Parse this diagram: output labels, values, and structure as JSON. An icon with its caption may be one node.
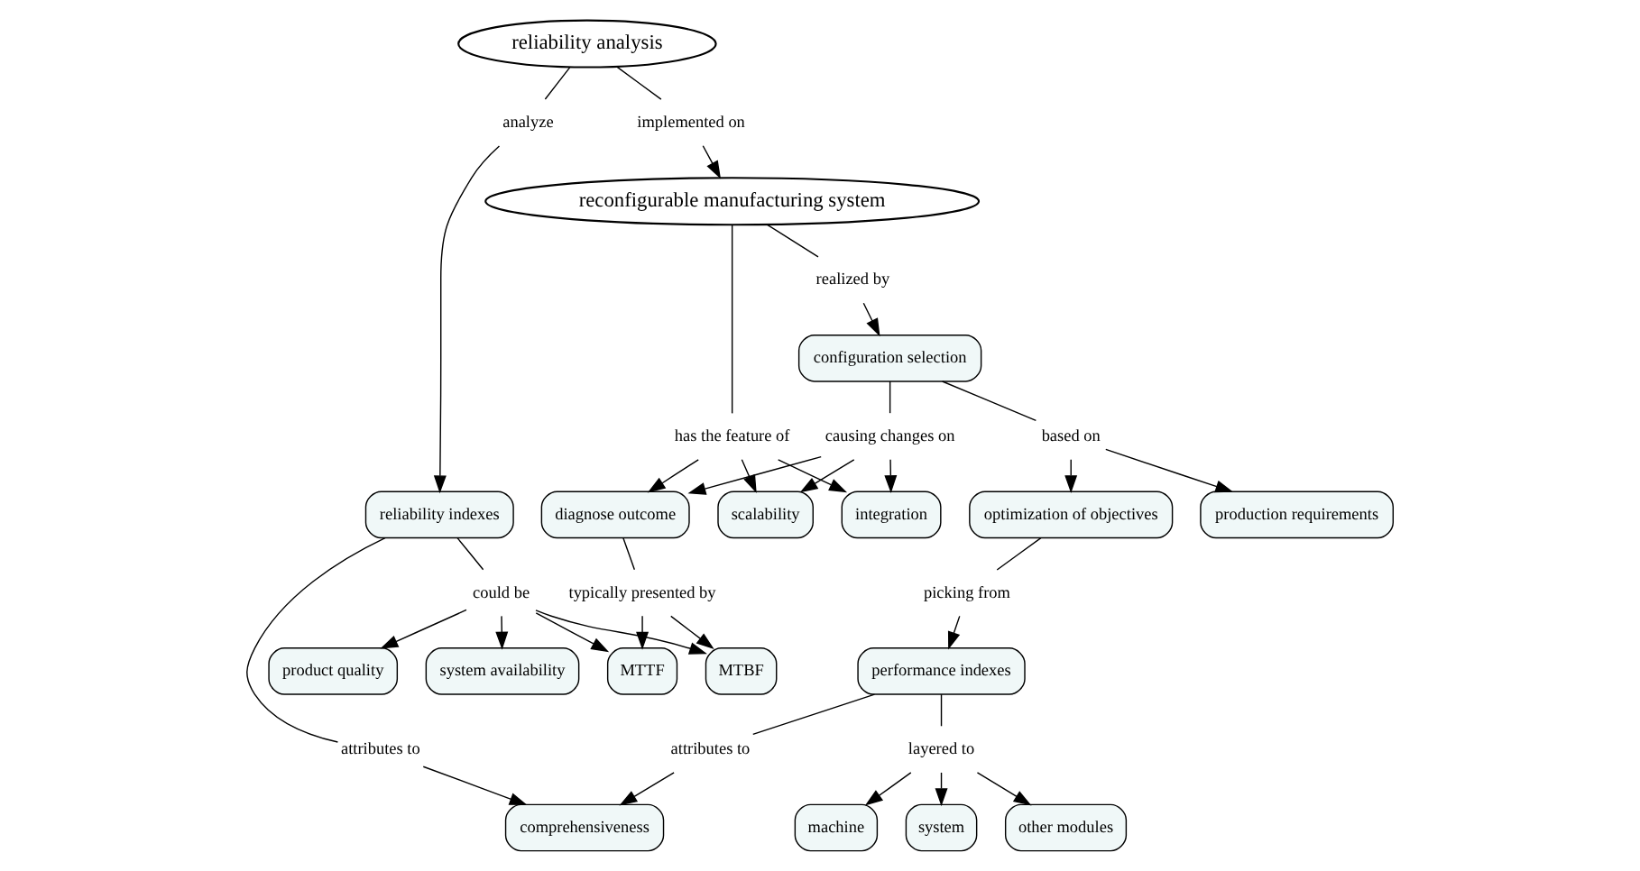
{
  "diagram": {
    "nodes": [
      {
        "text": [
          "reliability analysis"
        ]
      },
      {
        "text": [
          "reconfigurable manufacturing system"
        ]
      },
      {
        "text": [
          "MTTF"
        ]
      },
      {
        "text": [
          "MTBF"
        ]
      },
      {
        "text": [
          "reliability indexes"
        ]
      },
      {
        "text": [
          "product quality"
        ]
      },
      {
        "text": [
          "system availability"
        ]
      },
      {
        "text": [
          "comprehensiveness"
        ]
      },
      {
        "text": [
          "diagnose outcome"
        ]
      },
      {
        "text": [
          "machine"
        ]
      },
      {
        "text": [
          "system"
        ]
      },
      {
        "text": [
          "other modules"
        ]
      },
      {
        "text": [
          "performance indexes"
        ]
      },
      {
        "text": [
          "integration"
        ]
      },
      {
        "text": [
          "scalability"
        ]
      },
      {
        "text": [
          "production requirements"
        ]
      },
      {
        "text": [
          "optimization of objectives"
        ]
      },
      {
        "text": [
          "configuration selection"
        ]
      },
      {
        "text": [
          "could be"
        ]
      },
      {
        "text": [
          "analyze"
        ]
      },
      {
        "text": [
          "attributes to"
        ]
      },
      {
        "text": [
          "typically presented by"
        ]
      },
      {
        "text": [
          "implemented on"
        ]
      },
      {
        "text": [
          "has the feature of"
        ]
      },
      {
        "text": [
          "attributes to"
        ]
      },
      {
        "text": [
          "layered to"
        ]
      },
      {
        "text": [
          "realized by"
        ]
      },
      {
        "text": [
          "causing changes on"
        ]
      },
      {
        "text": [
          "based on"
        ]
      },
      {
        "text": [
          "picking from"
        ]
      }
    ],
    "edges": [
      {
        "from": 0,
        "to": 19,
        "arrow": "none"
      },
      {
        "from": 19,
        "to": 4,
        "arrow": "to"
      },
      {
        "from": 4,
        "to": 18,
        "arrow": "none"
      },
      {
        "from": 18,
        "to": 2,
        "arrow": "to"
      },
      {
        "from": 18,
        "to": 3,
        "arrow": "to"
      },
      {
        "from": 18,
        "to": 5,
        "arrow": "to"
      },
      {
        "from": 18,
        "to": 6,
        "arrow": "to"
      },
      {
        "from": 4,
        "to": 20,
        "arrow": "none"
      },
      {
        "from": 20,
        "to": 7,
        "arrow": "to"
      },
      {
        "from": 8,
        "to": 21,
        "arrow": "none"
      },
      {
        "from": 21,
        "to": 2,
        "arrow": "to"
      },
      {
        "from": 21,
        "to": 3,
        "arrow": "to"
      },
      {
        "from": 0,
        "to": 22,
        "arrow": "none"
      },
      {
        "from": 22,
        "to": 1,
        "arrow": "to"
      },
      {
        "from": 1,
        "to": 23,
        "arrow": "none"
      },
      {
        "from": 23,
        "to": 8,
        "arrow": "to"
      },
      {
        "from": 23,
        "to": 13,
        "arrow": "to"
      },
      {
        "from": 23,
        "to": 14,
        "arrow": "to"
      },
      {
        "from": 12,
        "to": 24,
        "arrow": "none"
      },
      {
        "from": 24,
        "to": 7,
        "arrow": "to"
      },
      {
        "from": 12,
        "to": 25,
        "arrow": "none"
      },
      {
        "from": 25,
        "to": 9,
        "arrow": "to"
      },
      {
        "from": 25,
        "to": 10,
        "arrow": "to"
      },
      {
        "from": 25,
        "to": 11,
        "arrow": "to"
      },
      {
        "from": 1,
        "to": 26,
        "arrow": "none"
      },
      {
        "from": 26,
        "to": 17,
        "arrow": "to"
      },
      {
        "from": 17,
        "to": 27,
        "arrow": "none"
      },
      {
        "from": 27,
        "to": 13,
        "arrow": "to"
      },
      {
        "from": 27,
        "to": 14,
        "arrow": "to"
      },
      {
        "from": 27,
        "to": 8,
        "arrow": "to"
      },
      {
        "from": 17,
        "to": 28,
        "arrow": "none"
      },
      {
        "from": 28,
        "to": 15,
        "arrow": "to"
      },
      {
        "from": 28,
        "to": 16,
        "arrow": "to"
      },
      {
        "from": 16,
        "to": 29,
        "arrow": "none"
      },
      {
        "from": 29,
        "to": 12,
        "arrow": "to"
      }
    ]
  }
}
